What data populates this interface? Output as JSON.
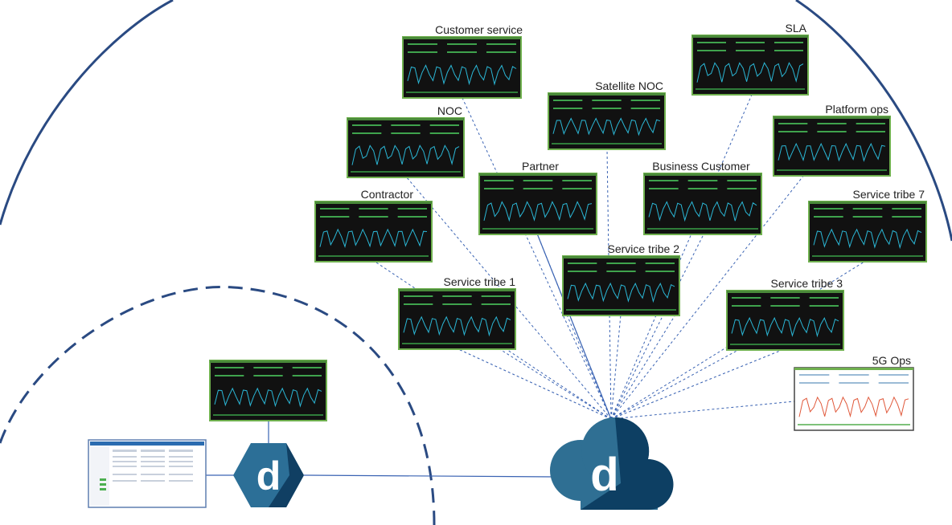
{
  "dashboards": [
    {
      "id": "customer-service",
      "label": "Customer service"
    },
    {
      "id": "satellite-noc",
      "label": "Satellite NOC"
    },
    {
      "id": "sla",
      "label": "SLA"
    },
    {
      "id": "noc",
      "label": "NOC"
    },
    {
      "id": "platform-ops",
      "label": "Platform ops"
    },
    {
      "id": "partner",
      "label": "Partner"
    },
    {
      "id": "business-customer",
      "label": "Business Customer"
    },
    {
      "id": "contractor",
      "label": "Contractor"
    },
    {
      "id": "service-tribe-7",
      "label": "Service tribe 7"
    },
    {
      "id": "service-tribe-2",
      "label": "Service tribe 2"
    },
    {
      "id": "service-tribe-1",
      "label": "Service tribe 1"
    },
    {
      "id": "service-tribe-3",
      "label": "Service tribe 3"
    },
    {
      "id": "5g-ops",
      "label": "5G Ops"
    }
  ],
  "cloud_logo": {
    "letter": "d"
  },
  "edge_logo": {
    "letter": "d"
  },
  "colors": {
    "arc": "#2a4a82",
    "cloud_light": "#2f6f93",
    "cloud_dark": "#0d3f63",
    "hex_light": "#2c6f97",
    "hex_dark": "#103f63",
    "panel_border": "#6fb04e",
    "panel_bg": "#111111",
    "connector": "#3a63b3"
  }
}
